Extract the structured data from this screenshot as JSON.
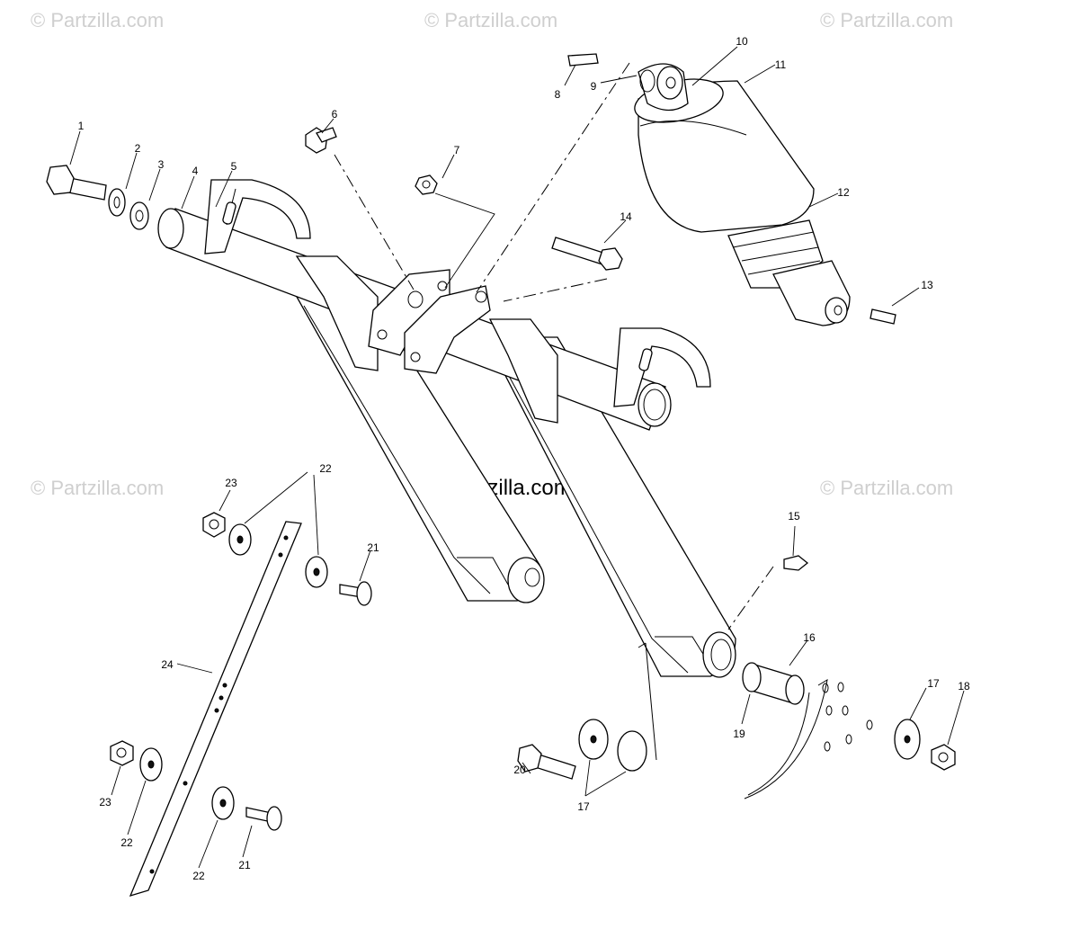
{
  "watermarks": {
    "top_left": "© Partzilla.com",
    "top_center": "© Partzilla.com",
    "top_right": "© Partzilla.com",
    "mid_left": "© Partzilla.com",
    "center": "© Partzilla.com",
    "mid_right": "© Partzilla.com"
  },
  "callouts": {
    "c1": "1",
    "c2": "2",
    "c3": "3",
    "c4": "4",
    "c5": "5",
    "c6": "6",
    "c7": "7",
    "c8": "8",
    "c9": "9",
    "c10": "10",
    "c11": "11",
    "c12": "12",
    "c13": "13",
    "c14": "14",
    "c15": "15",
    "c16": "16",
    "c17a": "17",
    "c17b": "17",
    "c18": "18",
    "c19": "19",
    "c20": "20",
    "c21a": "21",
    "c21b": "21",
    "c22a": "22",
    "c22b": "22",
    "c22c": "22",
    "c23a": "23",
    "c23b": "23",
    "c24": "24"
  },
  "colors": {
    "line": "#000000",
    "watermark": "#cfcfcf",
    "background": "#ffffff"
  }
}
